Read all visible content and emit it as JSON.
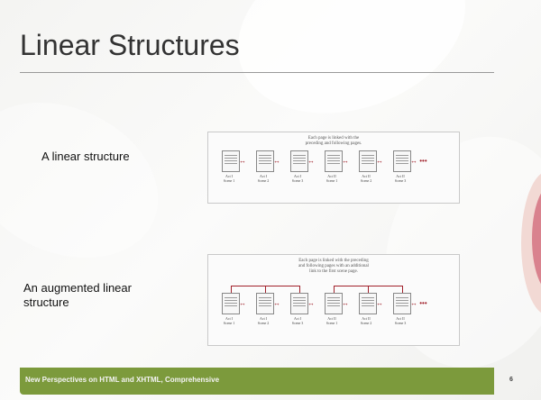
{
  "slide": {
    "title": "Linear Structures",
    "page_number": "6",
    "footer": "New Perspectives on HTML and XHTML, Comprehensive"
  },
  "diagram1": {
    "label": "A linear structure",
    "caption_line1": "Each page is linked with the",
    "caption_line2": "preceding and following pages.",
    "pages": [
      {
        "line1": "Act I",
        "line2": "Scene 1"
      },
      {
        "line1": "Act I",
        "line2": "Scene 2"
      },
      {
        "line1": "Act I",
        "line2": "Scene 3"
      },
      {
        "line1": "Act II",
        "line2": "Scene 1"
      },
      {
        "line1": "Act II",
        "line2": "Scene 2"
      },
      {
        "line1": "Act II",
        "line2": "Scene 3"
      }
    ],
    "trailing": "•••"
  },
  "diagram2": {
    "label_line1": "An augmented  linear",
    "label_line2": "structure",
    "caption_line1": "Each page is linked with the preceding",
    "caption_line2": "and following pages with an additional",
    "caption_line3": "link to the first scene page.",
    "pages": [
      {
        "line1": "Act I",
        "line2": "Scene 1"
      },
      {
        "line1": "Act I",
        "line2": "Scene 2"
      },
      {
        "line1": "Act I",
        "line2": "Scene 3"
      },
      {
        "line1": "Act II",
        "line2": "Scene 1"
      },
      {
        "line1": "Act II",
        "line2": "Scene 2"
      },
      {
        "line1": "Act II",
        "line2": "Scene 3"
      }
    ],
    "trailing": "•••"
  },
  "colors": {
    "footer_green": "#7c9a3c",
    "arrow_red": "#a0202a",
    "flower_pink": "#d9828e"
  }
}
